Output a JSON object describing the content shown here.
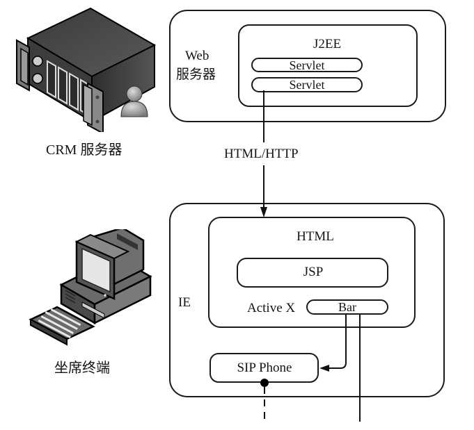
{
  "crm_server": {
    "icon": "server-icon",
    "label": "CRM 服务器"
  },
  "web_server": {
    "label_line1": "Web",
    "label_line2": "服务器",
    "j2ee": {
      "label": "J2EE",
      "servlets": [
        "Servlet",
        "Servlet"
      ]
    }
  },
  "connection": {
    "label": "HTML/HTTP"
  },
  "agent_terminal": {
    "icon": "desktop-computer-icon",
    "label": "坐席终端"
  },
  "ie": {
    "label": "IE",
    "html": {
      "label": "HTML",
      "jsp_label": "JSP",
      "activex_label": "Active X",
      "bar_label": "Bar"
    },
    "sip_phone_label": "SIP Phone"
  }
}
